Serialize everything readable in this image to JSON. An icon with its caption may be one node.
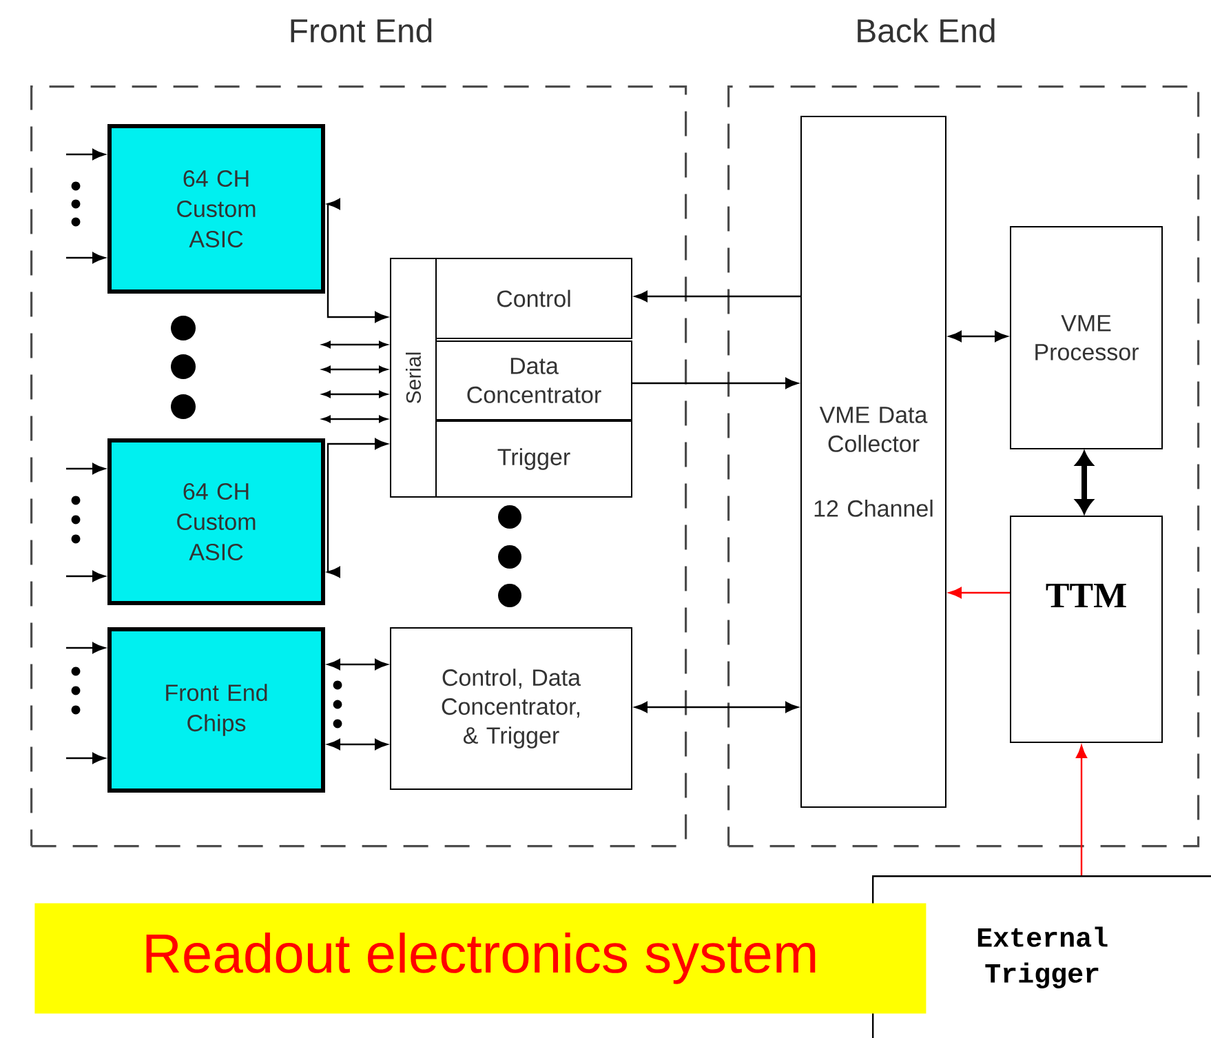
{
  "diagram": {
    "caption": "Readout electronics system",
    "nodes": [
      {
        "text": [
          "Front End"
        ]
      },
      {
        "text": [
          "Back End"
        ]
      },
      {
        "text": [
          "64 CH Custom ASIC"
        ],
        "in": 0
      },
      {
        "text": [
          "64 CH Custom ASIC"
        ],
        "in": 0
      },
      {
        "text": [
          "Front End Chips"
        ],
        "in": 0
      },
      {
        "text": [
          "Serial"
        ],
        "in": 0
      },
      {
        "text": [
          "Control"
        ],
        "in": 0
      },
      {
        "text": [
          "Data Concentrator"
        ],
        "in": 0
      },
      {
        "text": [
          "Trigger"
        ],
        "in": 0
      },
      {
        "text": [
          "Control, Data Concentrator, & Trigger"
        ],
        "in": 0
      },
      {
        "text": [
          "VME Data Collector",
          "12 Channel"
        ],
        "in": 1
      },
      {
        "text": [
          "VME Processor"
        ],
        "in": 1
      },
      {
        "text": [
          "TTM"
        ],
        "in": 1
      },
      {
        "text": [
          "External Trigger"
        ]
      }
    ],
    "edges": [
      {
        "from": null,
        "to": 2,
        "arrow": "to"
      },
      {
        "from": null,
        "to": 2,
        "arrow": "to"
      },
      {
        "from": null,
        "to": 3,
        "arrow": "to"
      },
      {
        "from": null,
        "to": 3,
        "arrow": "to"
      },
      {
        "from": null,
        "to": 4,
        "arrow": "to"
      },
      {
        "from": null,
        "to": 4,
        "arrow": "to"
      },
      {
        "from": 2,
        "to": 5,
        "arrow": "both"
      },
      {
        "from": null,
        "to": 5,
        "arrow": "both"
      },
      {
        "from": null,
        "to": 5,
        "arrow": "both"
      },
      {
        "from": null,
        "to": 5,
        "arrow": "both"
      },
      {
        "from": null,
        "to": 5,
        "arrow": "both"
      },
      {
        "from": 3,
        "to": 5,
        "arrow": "both"
      },
      {
        "from": 4,
        "to": 9,
        "arrow": "both"
      },
      {
        "from": 4,
        "to": 9,
        "arrow": "both"
      },
      {
        "from": 10,
        "to": 6,
        "arrow": "to"
      },
      {
        "from": 7,
        "to": 10,
        "arrow": "to"
      },
      {
        "from": 9,
        "to": 10,
        "arrow": "both"
      },
      {
        "from": 10,
        "to": 11,
        "arrow": "both"
      },
      {
        "from": 11,
        "to": 12,
        "arrow": "both",
        "style": "thick"
      },
      {
        "from": 12,
        "to": 10,
        "arrow": "to",
        "color": "#ff0000"
      },
      {
        "from": 13,
        "to": 12,
        "arrow": "to",
        "color": "#ff0000"
      }
    ]
  }
}
